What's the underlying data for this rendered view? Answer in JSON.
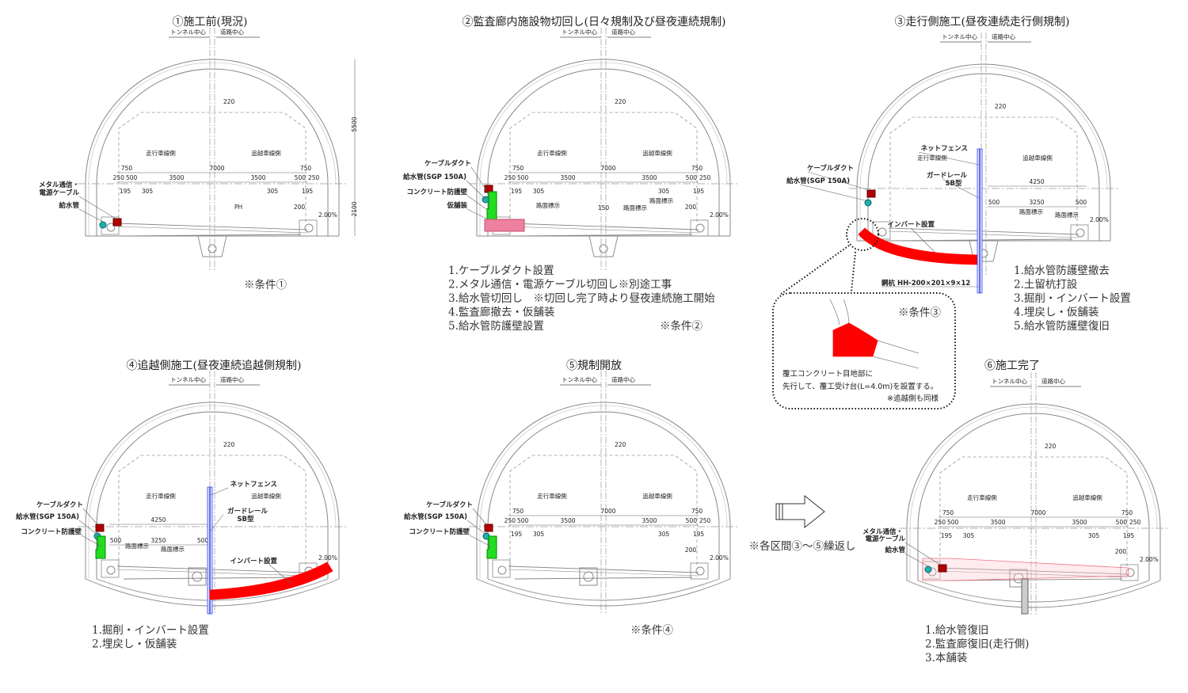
{
  "colors": {
    "line": "#888888",
    "red": "#ff0000",
    "dark_red": "#b00000",
    "green": "#22dd22",
    "cyan": "#20b0b0",
    "pink": "#f080a0",
    "blue": "#2030e0"
  },
  "common": {
    "tunnel_center": "トンネル中心",
    "road_center": "道路中心",
    "lane_left": "走行車線側",
    "lane_right": "追越車線側",
    "dims_full": [
      "750",
      "7000",
      "750",
      "250",
      "500",
      "3500",
      "3500",
      "500",
      "250",
      "195",
      "305",
      "305",
      "195",
      "200",
      "220",
      "2.00%"
    ],
    "dims_half": [
      "4250",
      "500",
      "3250",
      "500",
      "220",
      "2.00%"
    ]
  },
  "panels": [
    {
      "title": "①施工前(現況)",
      "height_dims": [
        "5500",
        "2100"
      ],
      "ph": "PH",
      "labels": [
        "メタル通信・",
        "電源ケーブル",
        "給水管"
      ],
      "caption": "※条件①"
    },
    {
      "title": "②監査廊内施設物切回し(日々規制及び昼夜連続規制)",
      "labels": [
        "ケーブルダクト",
        "給水管(SGP 150A)",
        "コンクリート防護壁",
        "仮舗装",
        "路面標示",
        "150",
        "路面標示",
        "路面標示"
      ],
      "notes": [
        "1.ケーブルダクト設置",
        "2.メタル通信・電源ケーブル切回し※別途工事",
        "3.給水管切回し　※切回し完了時より昼夜連続施工開始",
        "4.監査廊撤去・仮舗装",
        "5.給水管防護壁設置"
      ],
      "caption": "※条件②"
    },
    {
      "title": "③走行側施工(昼夜連続走行側規制)",
      "labels": [
        "ネットフェンス",
        "ケーブルダクト",
        "給水管(SGP 150A)",
        "ガードレール",
        "SB型",
        "インバート設置",
        "鋼杭 HH-200×201×9×12",
        "路面標示",
        "路面標示"
      ],
      "notes": [
        "1.給水管防護壁撤去",
        "2.土留杭打設",
        "3.掘削・インバート設置",
        "4.埋戻し・仮舗装",
        "5.給水管防護壁復旧"
      ],
      "callout": {
        "caption": "※条件③",
        "text": [
          "覆工コンクリート目地部に",
          "先行して、覆工受け台(L=4.0m)を設置する。",
          "※追越側も同様"
        ]
      }
    },
    {
      "title": "④追越側施工(昼夜連続追越側規制)",
      "labels": [
        "ケーブルダクト",
        "給水管(SGP 150A)",
        "コンクリート防護壁",
        "ネットフェンス",
        "ガードレール",
        "SB型",
        "インバート設置",
        "路面標示",
        "路面標示"
      ],
      "notes": [
        "1.掘削・インバート設置",
        "2.埋戻し・仮舗装"
      ]
    },
    {
      "title": "⑤規制開放",
      "labels": [
        "ケーブルダクト",
        "給水管(SGP 150A)",
        "コンクリート防護壁"
      ],
      "caption": "※条件④"
    },
    {
      "title": "⑥施工完了",
      "labels": [
        "メタル通信・",
        "電源ケーブル",
        "給水管"
      ],
      "notes": [
        "1.給水管復旧",
        "2.監査廊復旧(走行側)",
        "3.本舗装"
      ]
    }
  ],
  "repeat_note": "※各区間③～⑤繰返し"
}
